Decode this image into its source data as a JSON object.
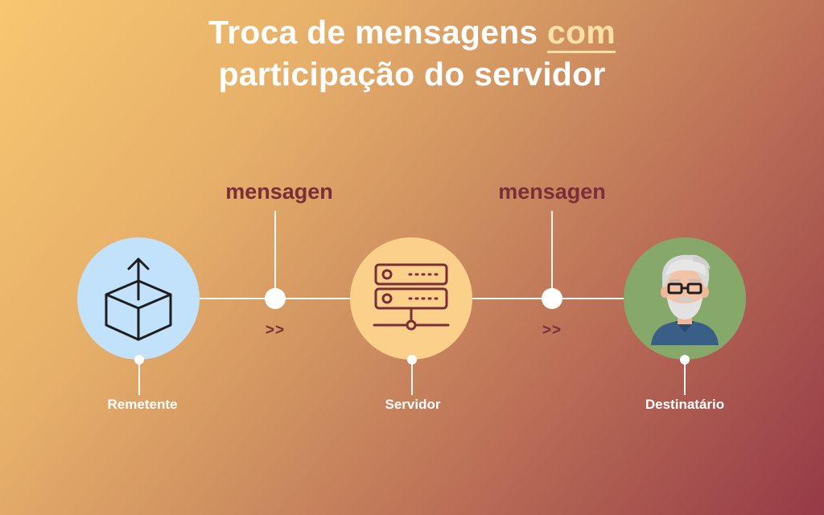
{
  "title": {
    "line1_text": "Troca de mensagens",
    "line1_accent": "com",
    "line2": "participação do servidor"
  },
  "messages": [
    {
      "label": "mensagen",
      "arrows": ">>"
    },
    {
      "label": "mensagen",
      "arrows": ">>"
    }
  ],
  "nodes": [
    {
      "label": "Remetente",
      "icon": "package-upload-icon",
      "color": "#c2e2fb"
    },
    {
      "label": "Servidor",
      "icon": "server-icon",
      "color": "#fbd08a"
    },
    {
      "label": "Destinatário",
      "icon": "elderly-man-avatar",
      "color": "#86a86a"
    }
  ],
  "colors": {
    "label_accent": "#7a2f38",
    "title_accent": "#fde0a8"
  }
}
